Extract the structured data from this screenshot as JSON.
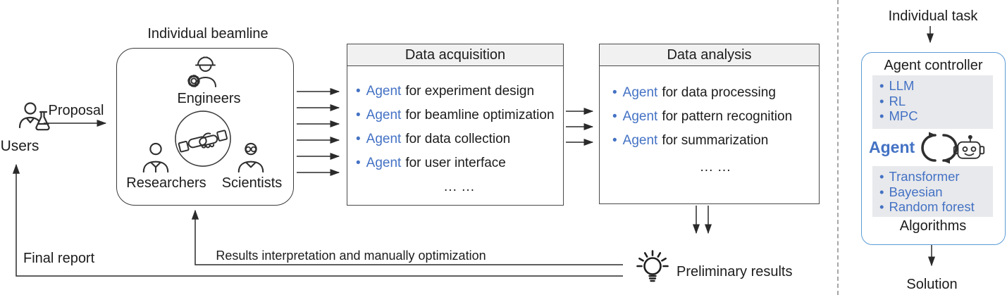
{
  "colors": {
    "accent_blue": "#4472c4",
    "panel_border_blue": "#5b9bd5",
    "list_bg_gray": "#e8e9ec",
    "header_bg_gray": "#f1f1f2"
  },
  "ui": {
    "bullet": "•"
  },
  "left": {
    "users_label": "Users",
    "proposal_label": "Proposal",
    "final_report_label": "Final report"
  },
  "beamline": {
    "title": "Individual beamline",
    "engineers_label": "Engineers",
    "researchers_label": "Researchers",
    "scientists_label": "Scientists"
  },
  "data_acquisition": {
    "title": "Data acquisition",
    "items": [
      {
        "agent": "Agent",
        "task": "for experiment design"
      },
      {
        "agent": "Agent",
        "task": "for beamline optimization"
      },
      {
        "agent": "Agent",
        "task": "for data collection"
      },
      {
        "agent": "Agent",
        "task": "for user interface"
      }
    ],
    "ellipsis": "... ..."
  },
  "data_analysis": {
    "title": "Data analysis",
    "items": [
      {
        "agent": "Agent",
        "task": "for data processing"
      },
      {
        "agent": "Agent",
        "task": "for pattern recognition"
      },
      {
        "agent": "Agent",
        "task": "for summarization"
      }
    ],
    "ellipsis": "... ..."
  },
  "feedback": {
    "results_label": "Results interpretation and manually optimization",
    "preliminary_label": "Preliminary results"
  },
  "right_panel": {
    "input_label": "Individual task",
    "controller_title": "Agent controller",
    "top_methods": [
      "LLM",
      "RL",
      "MPC"
    ],
    "agent_label": "Agent",
    "bottom_methods": [
      "Transformer",
      "Bayesian",
      "Random forest"
    ],
    "algorithms_label": "Algorithms",
    "output_label": "Solution"
  }
}
